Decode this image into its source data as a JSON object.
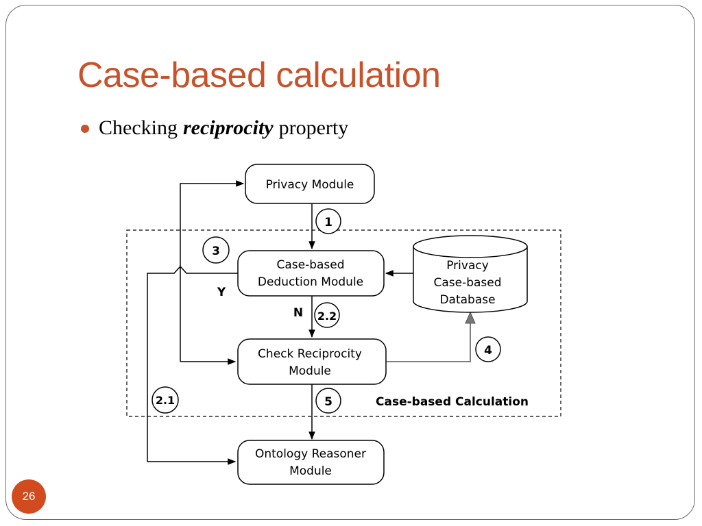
{
  "slide": {
    "title": "Case-based calculation",
    "bullet": {
      "prefix": "Checking",
      "emphasis": "reciprocity",
      "suffix": "property"
    },
    "page_number": "26",
    "accent_color": "#c8522a"
  },
  "diagram": {
    "nodes": {
      "privacy_module": [
        "Privacy Module"
      ],
      "deduction_module": [
        "Case-based",
        "Deduction Module"
      ],
      "reciprocity_module": [
        "Check Reciprocity",
        "Module"
      ],
      "ontology_module": [
        "Ontology Reasoner",
        "Module"
      ],
      "database": [
        "Privacy",
        "Case-based",
        "Database"
      ]
    },
    "group_label": "Case-based Calculation",
    "steps": {
      "s1": "1",
      "s22": "2.2",
      "s21": "2.1",
      "s3": "3",
      "s4": "4",
      "s5": "5"
    },
    "branch_labels": {
      "yes": "Y",
      "no": "N"
    }
  }
}
